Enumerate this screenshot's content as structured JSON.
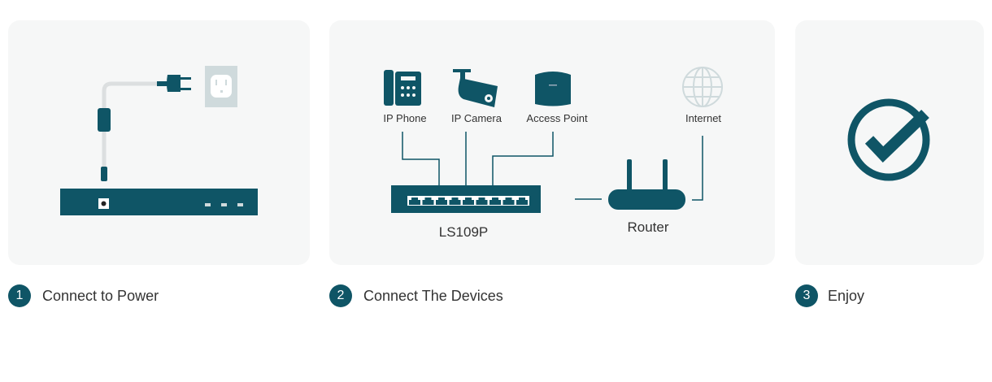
{
  "colors": {
    "accent": "#0f5566",
    "card": "#f6f7f7"
  },
  "steps": [
    {
      "number": "1",
      "label": "Connect to Power"
    },
    {
      "number": "2",
      "label": "Connect The Devices"
    },
    {
      "number": "3",
      "label": "Enjoy"
    }
  ],
  "diagram": {
    "devices": [
      "IP Phone",
      "IP Camera",
      "Access Point"
    ],
    "internet": "Internet",
    "switch": "LS109P",
    "router": "Router"
  }
}
